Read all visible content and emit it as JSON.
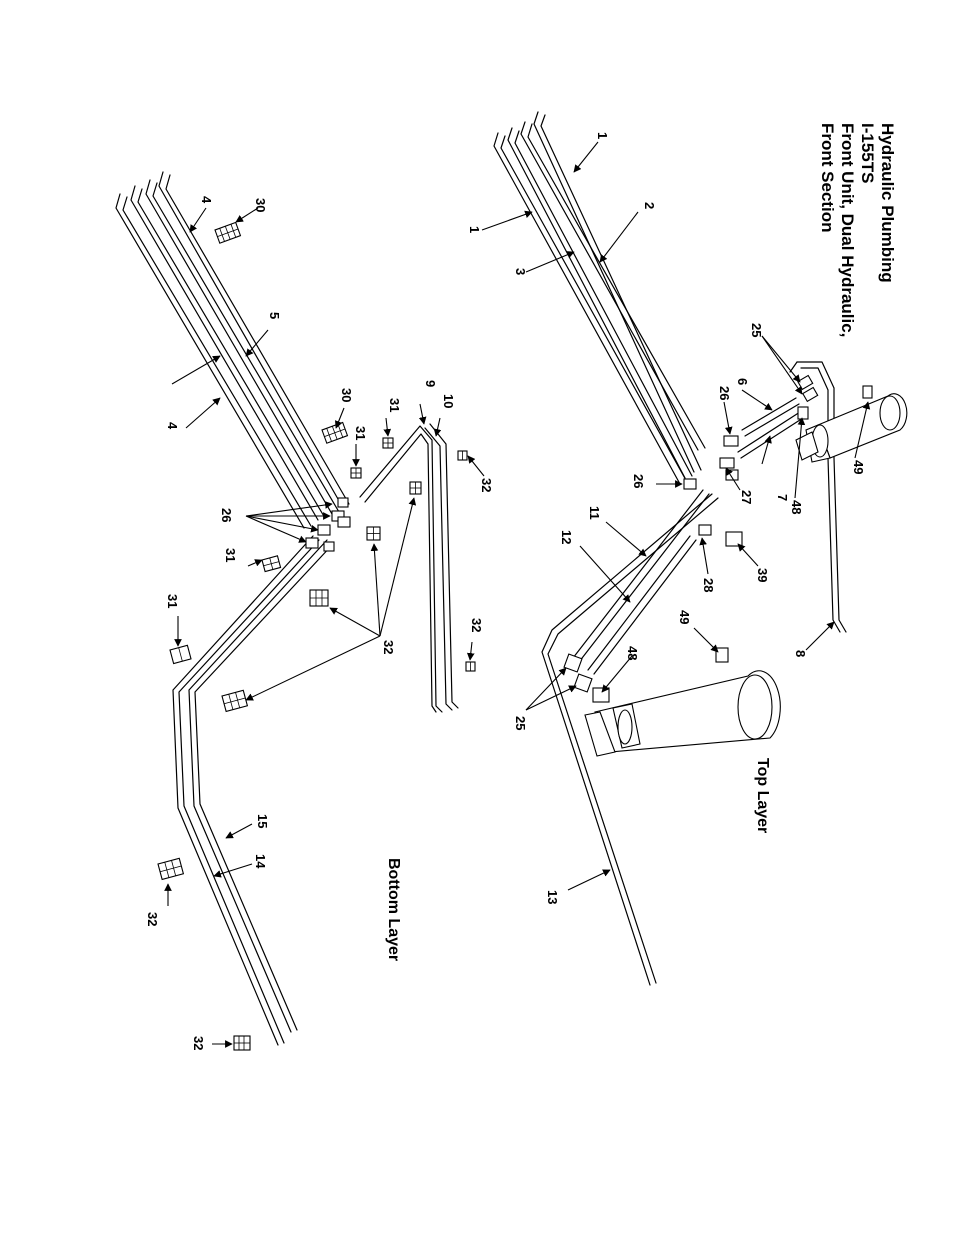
{
  "title": {
    "lines": [
      "Hydraulic Plumbing",
      "I-155TS",
      "Front Unit, Dual Hydraulic,",
      "Front Section"
    ]
  },
  "layers": {
    "top": "Top Layer",
    "bottom": "Bottom Layer"
  },
  "callouts": {
    "top": [
      "1",
      "2",
      "1",
      "3",
      "25",
      "6",
      "26",
      "7",
      "48",
      "49",
      "27",
      "26",
      "11",
      "12",
      "28",
      "39",
      "8",
      "49",
      "48",
      "25",
      "13"
    ],
    "bottom": [
      "30",
      "4",
      "5",
      "4",
      "30",
      "31",
      "31",
      "9",
      "10",
      "32",
      "26",
      "31",
      "32",
      "31",
      "32",
      "15",
      "14",
      "32",
      "32"
    ]
  }
}
